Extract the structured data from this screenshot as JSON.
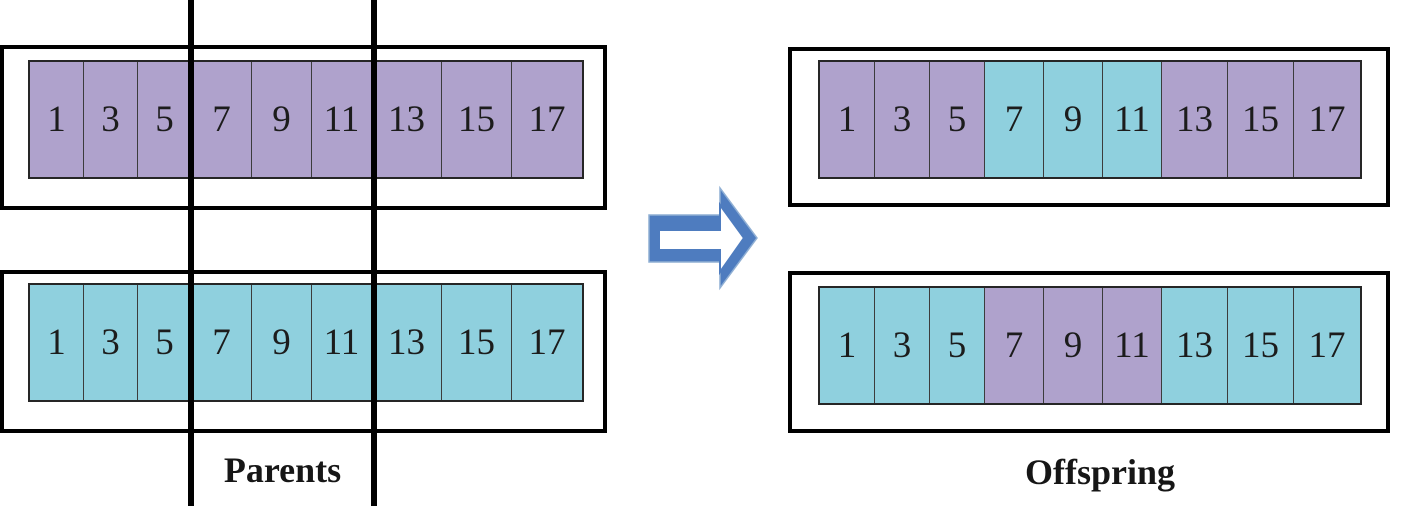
{
  "diagram": {
    "genes": [
      "1",
      "3",
      "5",
      "7",
      "9",
      "11",
      "13",
      "15",
      "17"
    ],
    "parents_label": "Parents",
    "offspring_label": "Offspring",
    "chromosomes": {
      "parent1": {
        "fills": [
          "purple",
          "purple",
          "purple",
          "purple",
          "purple",
          "purple",
          "purple",
          "purple",
          "purple"
        ]
      },
      "parent2": {
        "fills": [
          "cyan",
          "cyan",
          "cyan",
          "cyan",
          "cyan",
          "cyan",
          "cyan",
          "cyan",
          "cyan"
        ]
      },
      "offspring1": {
        "fills": [
          "purple",
          "purple",
          "purple",
          "cyan",
          "cyan",
          "cyan",
          "purple",
          "purple",
          "purple"
        ]
      },
      "offspring2": {
        "fills": [
          "cyan",
          "cyan",
          "cyan",
          "purple",
          "purple",
          "purple",
          "cyan",
          "cyan",
          "cyan"
        ]
      }
    },
    "colors": {
      "purple": "#AFA2CC",
      "cyan": "#8FD0DE",
      "arrow_blue": "#4E7CBF",
      "arrow_outline": "#8FAFD4",
      "line_black": "#000000"
    },
    "icons": {
      "arrow": "right-block-arrow-icon"
    }
  }
}
